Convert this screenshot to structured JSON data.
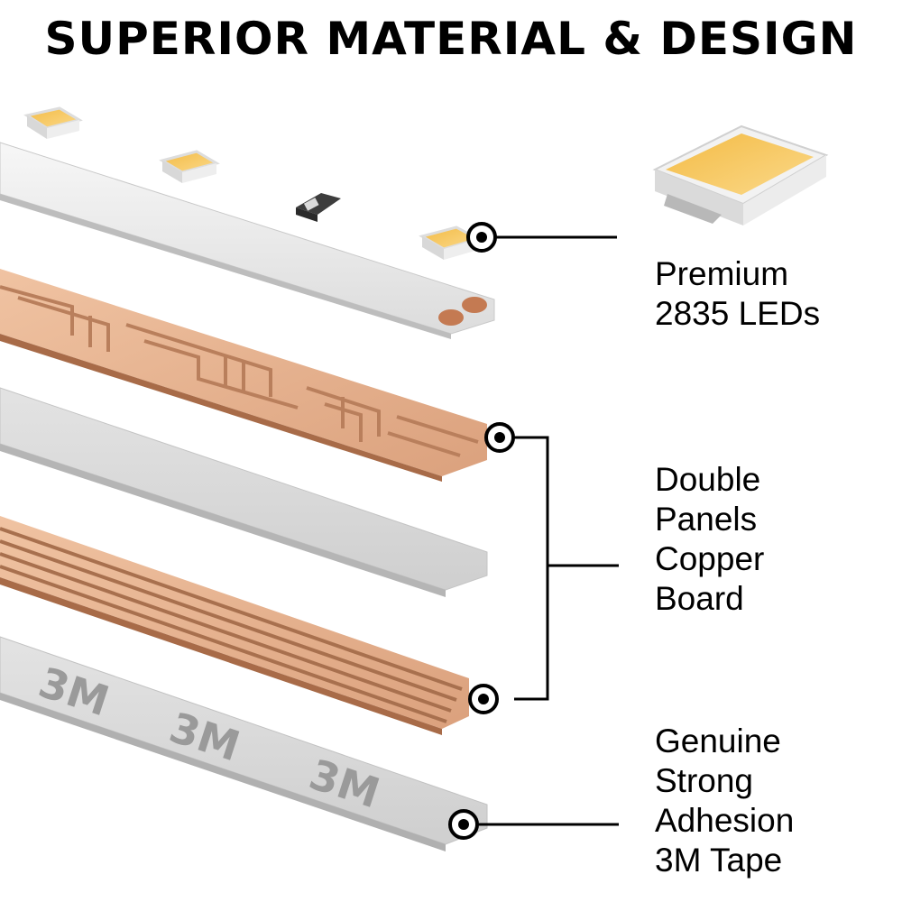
{
  "title": "SUPERIOR MATERIAL & DESIGN",
  "brand_mark": "3M",
  "callouts": {
    "leds": {
      "lines": [
        "Premium",
        "2835 LEDs"
      ]
    },
    "copper": {
      "lines": [
        "Double",
        "Panels",
        "Copper",
        "Board"
      ]
    },
    "tape": {
      "lines": [
        "Genuine",
        "Strong",
        "Adhesion",
        "3M Tape"
      ]
    }
  },
  "colors": {
    "led_yellow": "#f7c95a",
    "copper": "#e2ad8a",
    "copper_dark": "#b97f5c",
    "white_layer": "#ececec",
    "grey_layer": "#d8d8d8",
    "callout_line": "#000000"
  }
}
